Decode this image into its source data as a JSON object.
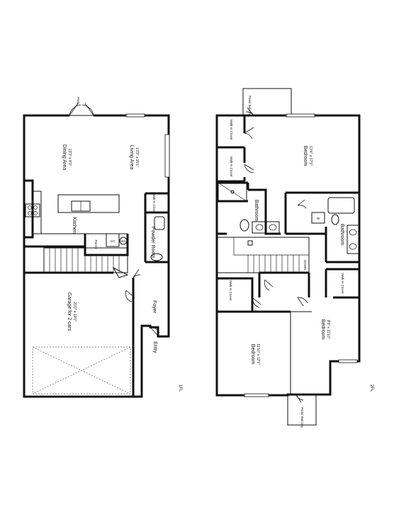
{
  "first_floor": {
    "level_label": "1FL",
    "patio": "Patio",
    "dining_area": {
      "name": "Dining Area",
      "size": "13'3\" x 8'1\""
    },
    "living_area": {
      "name": "Living Area",
      "size": "13'3\" x 15'1\""
    },
    "kitchen": "Kitchen",
    "walk_in_closet": "Walk-In Closet",
    "powder_room": "Powder Room",
    "pantry": "Pantry",
    "ac": "A/C",
    "wh": "WH",
    "garage": {
      "name": "Garage for 2 cars",
      "size": "20'0\" x 19'0\""
    },
    "foyer": "Foyer",
    "entry": "Entry"
  },
  "second_floor": {
    "level_label": "2FL",
    "patio_balcony_top": "Patio/ Balcony",
    "patio_balcony_bottom": "Patio/ Balcony",
    "walk_in_closet_1": "Walk-In Closet",
    "walk_in_closet_2": "Walk-In Closet",
    "master_bedroom": {
      "name": "Bedroom",
      "size": "13'4\" x 17'9\""
    },
    "bathroom_1": "Bathroom",
    "bathroom_2": "Bathroom",
    "washer": "W",
    "down": "DOWN",
    "walk_in_closet_3": "Walk-In Closet",
    "walk_in_closet_4": "Walk-In Closet",
    "bedroom_2": {
      "name": "Bedroom",
      "size": "11'10\" x 12'1\""
    },
    "bedroom_3": {
      "name": "Bedroom",
      "size": "9'8\" x 11'10\""
    }
  }
}
